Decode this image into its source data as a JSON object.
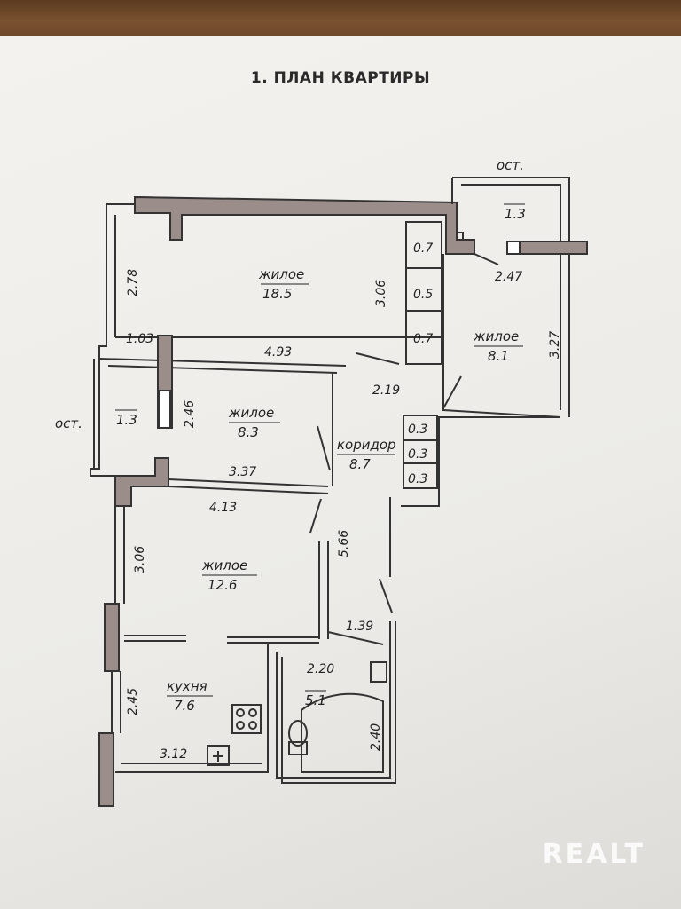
{
  "title": "1. ПЛАН КВАРТИРЫ",
  "watermark": "REALT",
  "rooms": {
    "living1_name": "жилое",
    "living1_area": "18.5",
    "living2_name": "жилое",
    "living2_area": "8.1",
    "living3_name": "жилое",
    "living3_area": "8.3",
    "living4_name": "жилое",
    "living4_area": "12.6",
    "corridor_name": "коридор",
    "corridor_area": "8.7",
    "kitchen_name": "кухня",
    "kitchen_area": "7.6",
    "bath_area": "5.1",
    "balcony1_label": "ост.",
    "balcony1_area": "1.3",
    "balcony2_label": "ост.",
    "balcony2_area": "1.3"
  },
  "closets": [
    "0.7",
    "0.5",
    "0.7",
    "0.3",
    "0.3",
    "0.3"
  ],
  "dimensions": {
    "d278": "2.78",
    "d306a": "3.06",
    "d103": "1.03",
    "d493": "4.93",
    "d247": "2.47",
    "d327": "3.27",
    "d219": "2.19",
    "d246": "2.46",
    "d337": "3.37",
    "d413": "4.13",
    "d306b": "3.06",
    "d566": "5.66",
    "d139": "1.39",
    "d220": "2.20",
    "d245": "2.45",
    "d240": "2.40",
    "d312": "3.12"
  },
  "colors": {
    "wall_fill": "#9a8d8a",
    "line": "#333333"
  }
}
